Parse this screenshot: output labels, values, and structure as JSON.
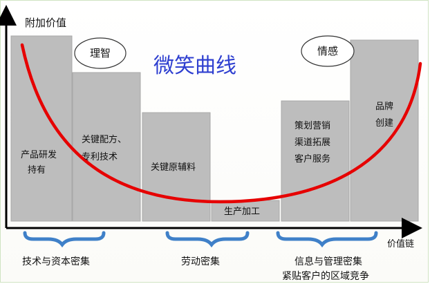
{
  "title": "微笑曲线",
  "y_axis_label": "附加价值",
  "x_axis_label": "价值链",
  "bubbles": {
    "left": "理智",
    "right": "情感"
  },
  "bars": [
    {
      "lines": [
        "产品研发",
        "持有"
      ]
    },
    {
      "lines": [
        "关键配方、",
        "专利技术"
      ]
    },
    {
      "lines": [
        "关键原辅料"
      ]
    },
    {
      "lines": [
        "生产加工"
      ]
    },
    {
      "lines": [
        "策划营销",
        "渠道拓展",
        "客户服务"
      ]
    },
    {
      "lines": [
        "品牌",
        "创建"
      ]
    }
  ],
  "brackets": [
    {
      "lines": [
        "技术与资本密集"
      ]
    },
    {
      "lines": [
        "劳动密集"
      ]
    },
    {
      "lines": [
        "信息与管理密集",
        "紧贴客户的区域竞争"
      ]
    }
  ],
  "colors": {
    "bar_fill": "#bdbdbd",
    "curve": "#e60000",
    "title": "#2e3fd0",
    "bracket": "#3f80c8",
    "axis": "#000000"
  }
}
